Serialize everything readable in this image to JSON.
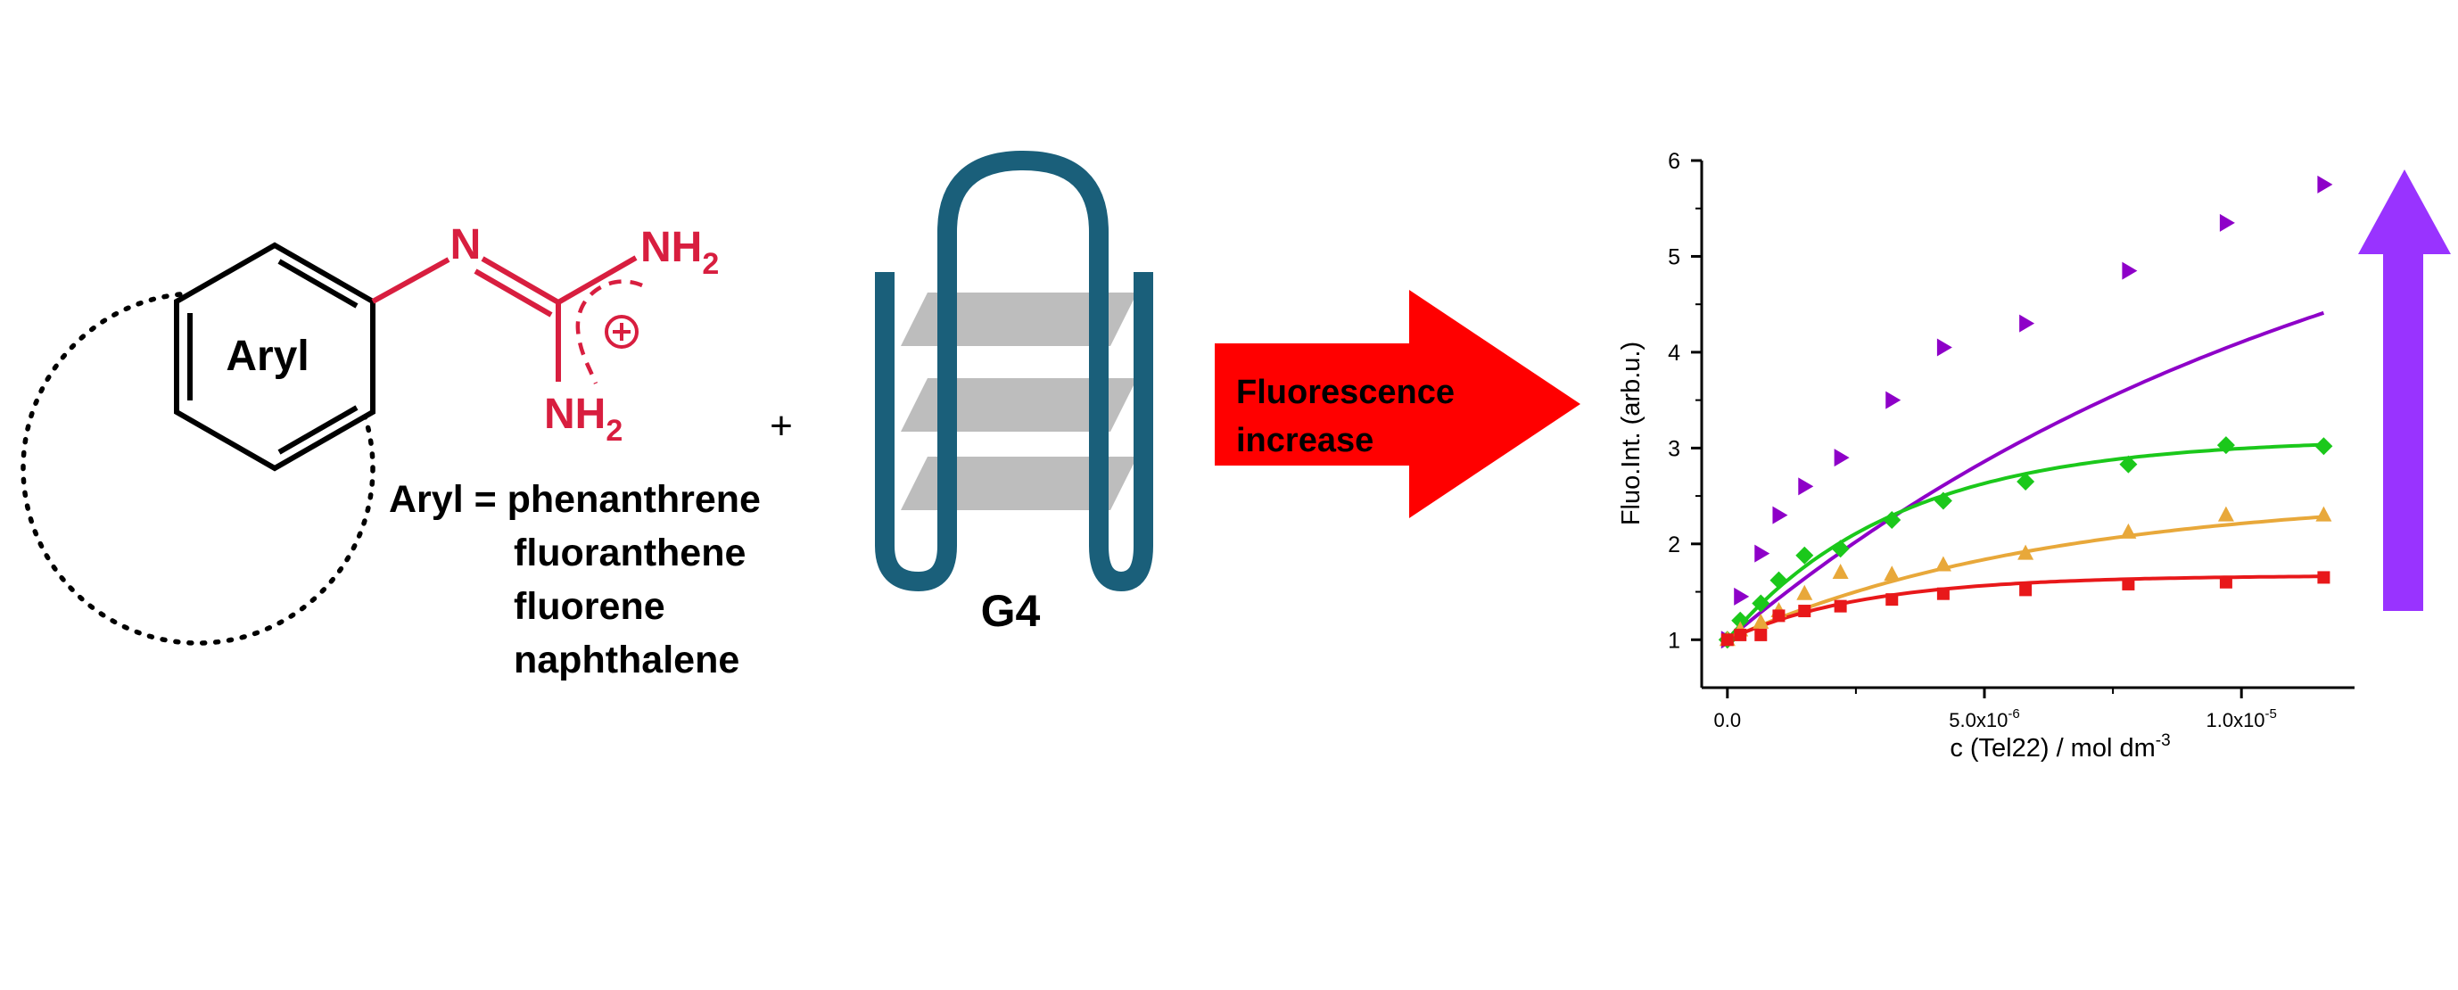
{
  "molecule": {
    "core_label": "Aryl",
    "n_label": "N",
    "nh2_top_main": "NH",
    "nh2_top_sub": "2",
    "nh2_bottom_main": "NH",
    "nh2_bottom_sub": "2",
    "charge_symbol": "⊕",
    "aryl_definition": "Aryl = phenanthrene",
    "aryl_options": [
      "fluoranthene",
      "fluorene",
      "naphthalene"
    ],
    "colors": {
      "guanidinium": "#d81e3f",
      "bonds": "#000000"
    }
  },
  "operator": "+",
  "g4": {
    "label": "G4",
    "colors": {
      "strand": "#1a5f7a",
      "tetrad": "#bdbdbd"
    }
  },
  "process_arrow": {
    "line1": "Fluorescence",
    "line2": "increase",
    "color": "#ff0000"
  },
  "increase_arrow": {
    "color": "#9933ff"
  },
  "chart_data": {
    "type": "scatter",
    "xlabel": "c (Tel22) / mol dm",
    "xlabel_exponent": "-3",
    "ylabel": "Fluo.Int. (arb.u.)",
    "xlim": [
      -5e-07,
      1.22e-05
    ],
    "ylim": [
      0.5,
      6
    ],
    "y_ticks": [
      1,
      2,
      3,
      4,
      5,
      6
    ],
    "x_ticks": [
      {
        "value": 0,
        "label": "0.0",
        "exponent": ""
      },
      {
        "value": 5e-06,
        "label": "5.0x10",
        "exponent": "-6"
      },
      {
        "value": 1e-05,
        "label": "1.0x10",
        "exponent": "-5"
      }
    ],
    "series": [
      {
        "color": "#8e00c8",
        "marker": "triangle-right",
        "fit": {
          "y0": 1.0,
          "a": 5.64,
          "k": 80000
        },
        "x": [
          0,
          2.5e-07,
          6.5e-07,
          1e-06,
          1.5e-06,
          2.2e-06,
          3.2e-06,
          4.2e-06,
          5.8e-06,
          7.8e-06,
          9.7e-06,
          1.16e-05
        ],
        "y": [
          1.0,
          1.45,
          1.9,
          2.3,
          2.6,
          2.9,
          3.5,
          4.05,
          4.3,
          4.85,
          5.35,
          5.75
        ]
      },
      {
        "color": "#1bc81b",
        "marker": "diamond",
        "fit": {
          "y0": 1.0,
          "a": 2.1,
          "k": 300000
        },
        "x": [
          0,
          2.5e-07,
          6.5e-07,
          1e-06,
          1.5e-06,
          2.2e-06,
          3.2e-06,
          4.2e-06,
          5.8e-06,
          7.8e-06,
          9.7e-06,
          1.16e-05
        ],
        "y": [
          1.0,
          1.2,
          1.38,
          1.62,
          1.88,
          1.95,
          2.25,
          2.45,
          2.65,
          2.83,
          3.03,
          3.02
        ]
      },
      {
        "color": "#e8a83a",
        "marker": "triangle-up",
        "fit": {
          "y0": 1.0,
          "a": 1.52,
          "k": 160000
        },
        "x": [
          0,
          2.5e-07,
          6.5e-07,
          1e-06,
          1.5e-06,
          2.2e-06,
          3.2e-06,
          4.2e-06,
          5.8e-06,
          7.8e-06,
          9.7e-06,
          1.16e-05
        ],
        "y": [
          1.0,
          1.1,
          1.18,
          1.3,
          1.48,
          1.7,
          1.68,
          1.78,
          1.9,
          2.12,
          2.3,
          2.3
        ]
      },
      {
        "color": "#e8181a",
        "marker": "square",
        "fit": {
          "y0": 1.0,
          "a": 0.67,
          "k": 370000
        },
        "x": [
          0,
          2.5e-07,
          6.5e-07,
          1e-06,
          1.5e-06,
          2.2e-06,
          3.2e-06,
          4.2e-06,
          5.8e-06,
          7.8e-06,
          9.7e-06,
          1.16e-05
        ],
        "y": [
          1.0,
          1.05,
          1.05,
          1.25,
          1.3,
          1.35,
          1.42,
          1.48,
          1.52,
          1.58,
          1.6,
          1.65
        ]
      }
    ]
  }
}
